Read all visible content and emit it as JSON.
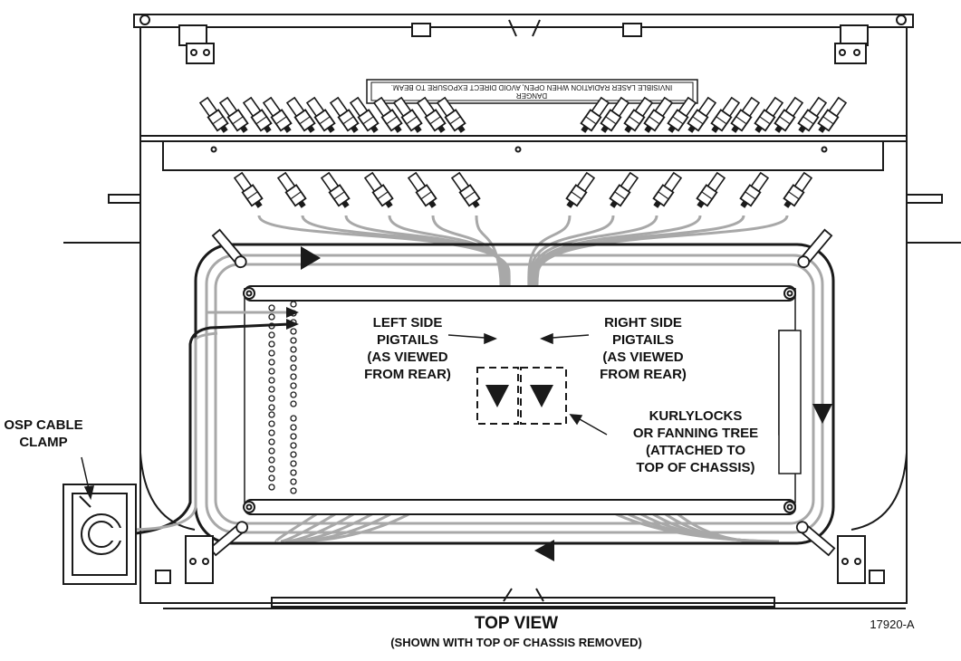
{
  "labels": {
    "osp_cable_clamp": [
      "OSP CABLE",
      "CLAMP"
    ],
    "left_side_pigtails": [
      "LEFT SIDE",
      "PIGTAILS",
      "(AS VIEWED",
      "FROM REAR)"
    ],
    "right_side_pigtails": [
      "RIGHT SIDE",
      "PIGTAILS",
      "(AS VIEWED",
      "FROM REAR)"
    ],
    "kurlylocks": [
      "KURLYLOCKS",
      "OR FANNING TREE",
      "(ATTACHED TO",
      "TOP OF CHASSIS)"
    ]
  },
  "warning_label": {
    "line1": "DANGER",
    "line2": "INVISIBLE LASER RADIATION WHEN OPEN, AVOID DIRECT EXPOSURE TO BEAM."
  },
  "caption": {
    "title": "TOP VIEW",
    "subtitle": "(SHOWN WITH TOP OF CHASSIS REMOVED)"
  },
  "figure_id": "17920-A",
  "colors": {
    "line": "#1a1a1a",
    "fiber": "#a8a8a8",
    "background": "#ffffff"
  }
}
